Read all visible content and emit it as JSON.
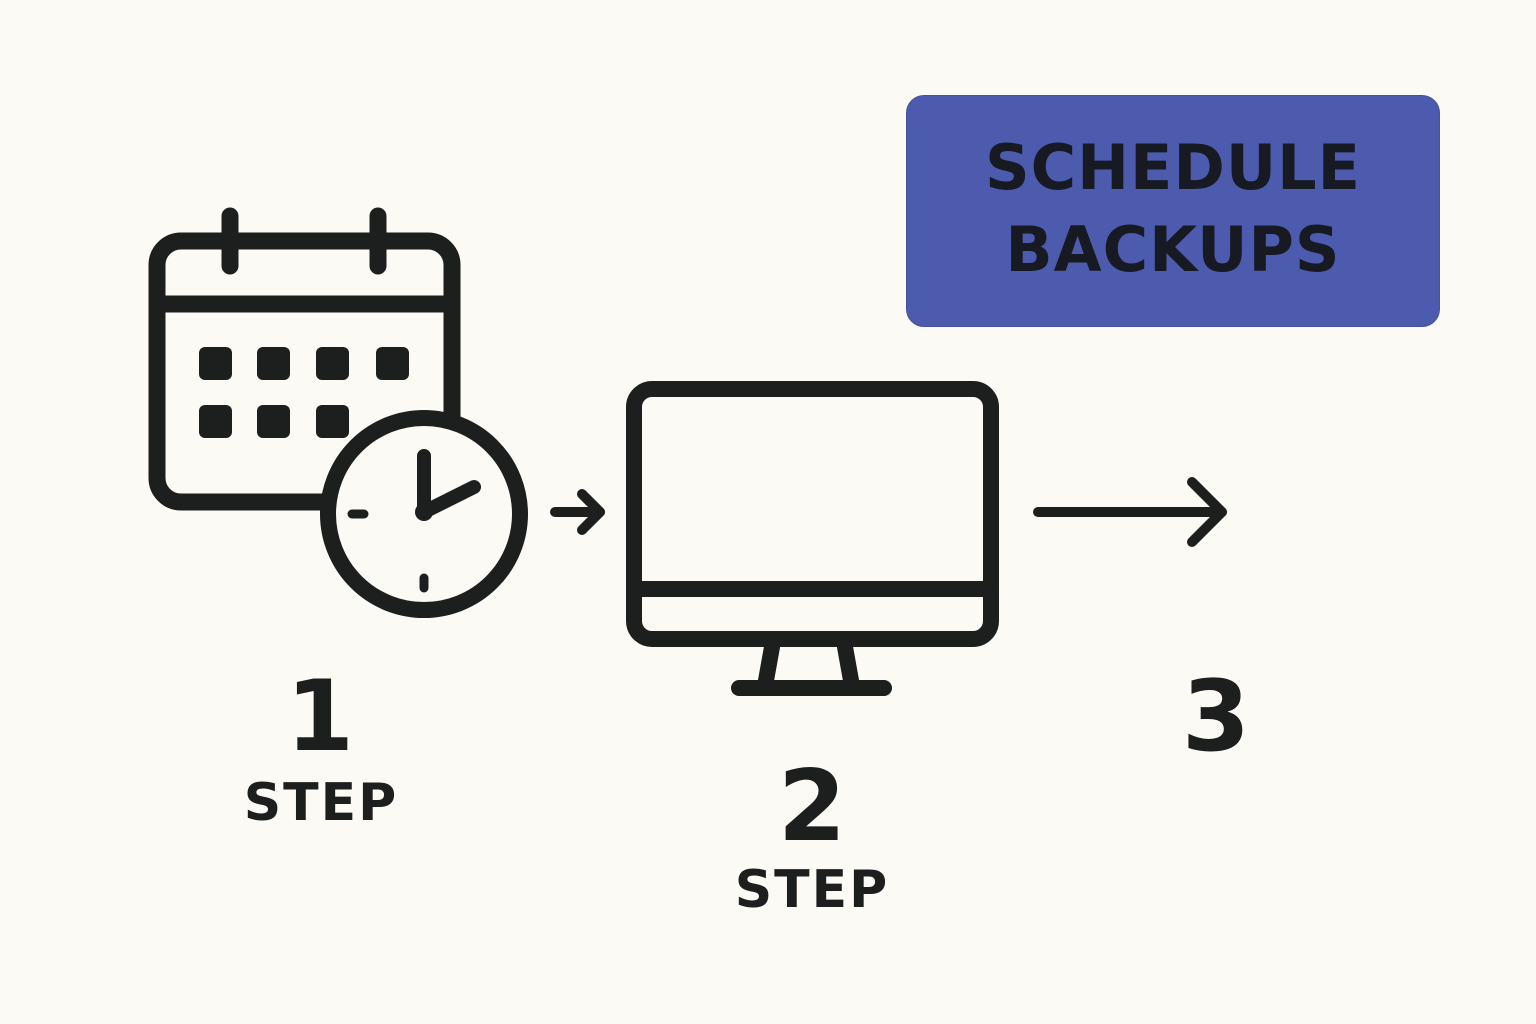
{
  "title": {
    "text": "SCHEDULE\nBACKUPS"
  },
  "steps": [
    {
      "number": "1",
      "label": "STEP",
      "icon": "calendar-clock-icon"
    },
    {
      "number": "2",
      "label": "STEP",
      "icon": "monitor-icon"
    },
    {
      "number": "3",
      "label": ""
    }
  ],
  "arrows": [
    "arrow-right-icon",
    "arrow-right-icon"
  ],
  "colors": {
    "background": "#fcfaf5",
    "accent": "#4c5bad",
    "stroke": "#1d1f1f"
  }
}
